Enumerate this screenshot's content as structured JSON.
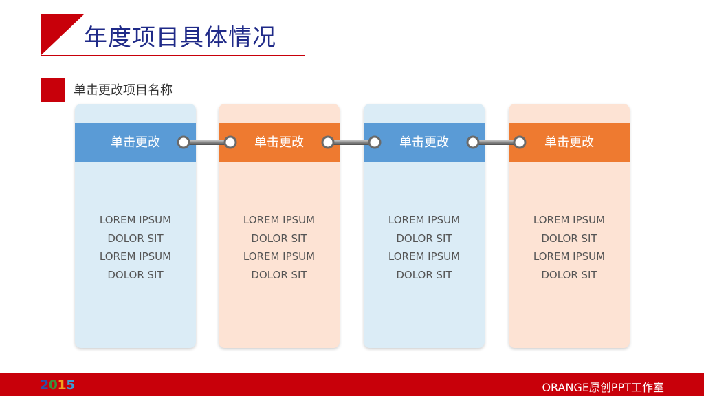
{
  "header": {
    "title": "年度项目具体情况"
  },
  "section": {
    "subtitle": "单击更改项目名称"
  },
  "cards": [
    {
      "header": "单击更改",
      "color": "#5a9bd6",
      "lines": [
        "LOREM IPSUM",
        "DOLOR SIT",
        "LOREM IPSUM",
        "DOLOR SIT"
      ]
    },
    {
      "header": "单击更改",
      "color": "#ee7a30",
      "lines": [
        "LOREM IPSUM",
        "DOLOR SIT",
        "LOREM IPSUM",
        "DOLOR SIT"
      ]
    },
    {
      "header": "单击更改",
      "color": "#5a9bd6",
      "lines": [
        "LOREM IPSUM",
        "DOLOR SIT",
        "LOREM IPSUM",
        "DOLOR SIT"
      ]
    },
    {
      "header": "单击更改",
      "color": "#ee7a30",
      "lines": [
        "LOREM IPSUM",
        "DOLOR SIT",
        "LOREM IPSUM",
        "DOLOR SIT"
      ]
    }
  ],
  "footer": {
    "year_digits": [
      "2",
      "0",
      "1",
      "5"
    ],
    "year_colors": [
      "#2a4fa8",
      "#3a8f3a",
      "#f0a020",
      "#3aa0d8"
    ],
    "brand": "ORANGE原创PPT工作室"
  },
  "colors": {
    "accent_red": "#c8000a",
    "title_blue": "#1f2a88",
    "card_blue_bg": "#dbecf6",
    "card_orange_bg": "#fde3d4"
  }
}
